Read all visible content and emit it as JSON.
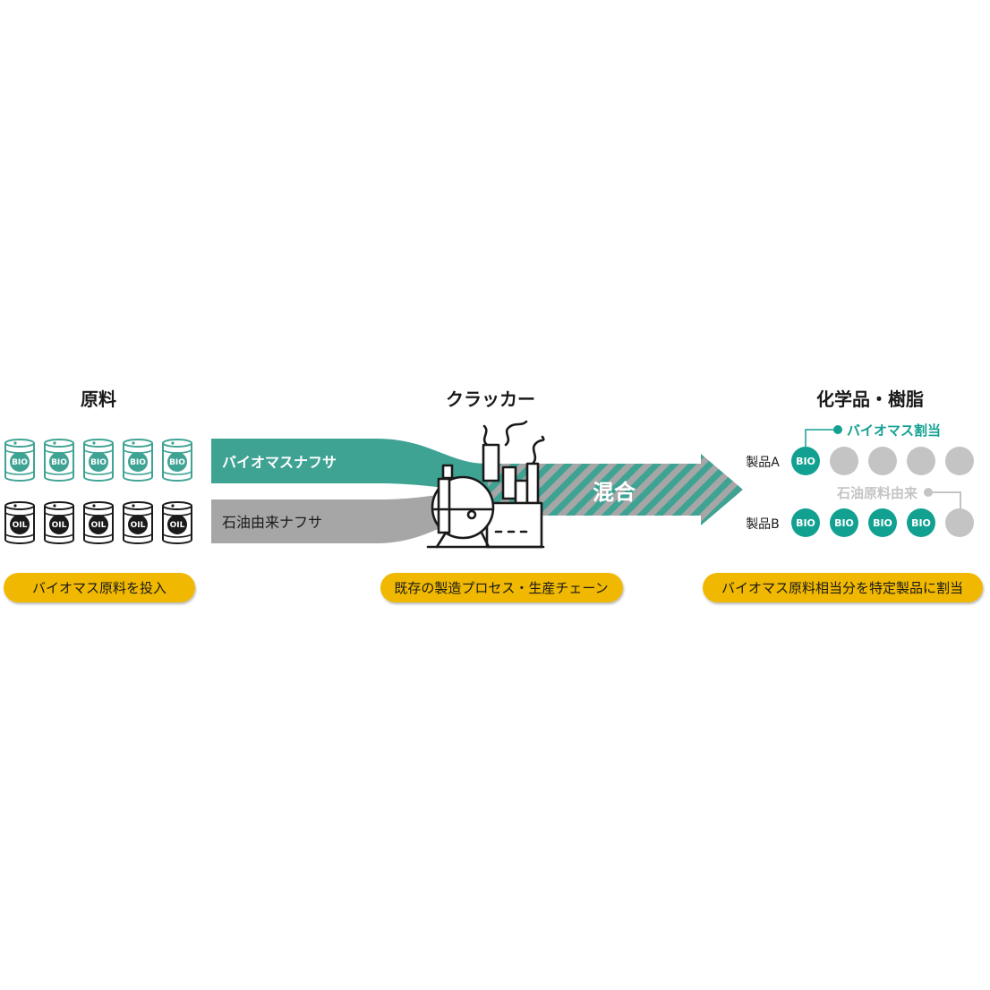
{
  "colors": {
    "bio": "#3fa394",
    "oil": "#a6a6a6",
    "dot_bio": "#12a191",
    "dot_grey": "#c4c4c4",
    "pill": "#f0b800",
    "ink": "#1a1a1a"
  },
  "columns": {
    "raw": {
      "title": "原料",
      "drum_rows": [
        {
          "kind": "bio",
          "label": "BIO",
          "count": 5
        },
        {
          "kind": "oil",
          "label": "OIL",
          "count": 5
        }
      ],
      "pill": "バイオマス原料を投入"
    },
    "cracker": {
      "title": "クラッカー",
      "icon": "factory-icon",
      "pill": "既存の製造プロセス・生産チェーン"
    },
    "products": {
      "title": "化学品・樹脂",
      "pill": "バイオマス原料相当分を特定製品に割当"
    }
  },
  "flows": {
    "bio_naphtha": "バイオマスナフサ",
    "oil_naphtha": "石油由来ナフサ",
    "mixing": "混合"
  },
  "products": {
    "bio_allocation": "バイオマス割当",
    "oil_origin": "石油原料由来",
    "items": [
      {
        "label": "製品A",
        "dots": [
          "BIO",
          "",
          "",
          "",
          ""
        ]
      },
      {
        "label": "製品B",
        "dots": [
          "BIO",
          "BIO",
          "BIO",
          "BIO",
          ""
        ]
      }
    ]
  }
}
